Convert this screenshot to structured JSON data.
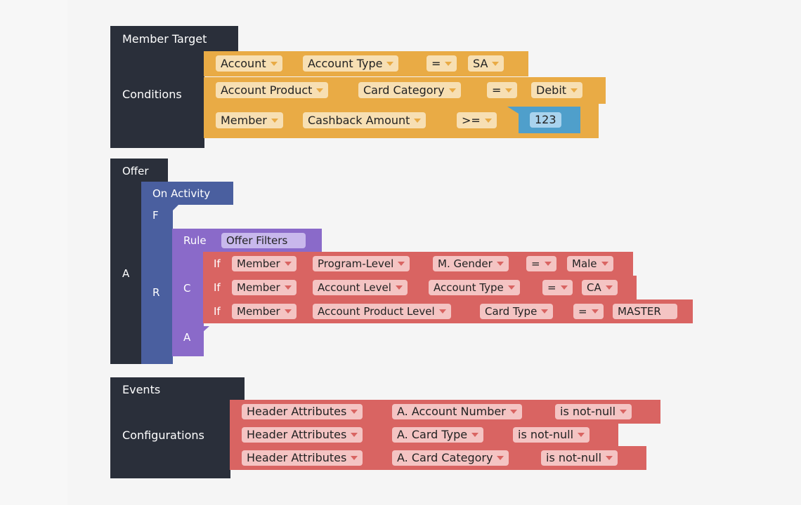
{
  "member_target": {
    "title": "Member Target",
    "conditions_label": "Conditions",
    "rows": [
      {
        "field": "Account",
        "attribute": "Account Type",
        "operator": "=",
        "value": "SA"
      },
      {
        "field": "Account Product",
        "attribute": "Card Category",
        "operator": "=",
        "value": "Debit"
      },
      {
        "field": "Member",
        "attribute": "Cashback Amount",
        "operator": ">=",
        "value": "123"
      }
    ]
  },
  "offer": {
    "title": "Offer",
    "a_label": "A",
    "on_activity": "On Activity",
    "f_label": "F",
    "r_label": "R",
    "rule": {
      "label": "Rule",
      "filter": "Offer Filters",
      "c_label": "C",
      "a_label": "A",
      "rows": [
        {
          "if": "If",
          "field": "Member",
          "attr1": "Program-Level",
          "attr2": "M. Gender",
          "operator": "=",
          "value": "Male"
        },
        {
          "if": "If",
          "field": "Member",
          "attr1": "Account Level",
          "attr2": "Account Type",
          "operator": "=",
          "value": "CA"
        },
        {
          "if": "If",
          "field": "Member",
          "attr1": "Account Product Level",
          "attr2": "Card Type",
          "operator": "=",
          "value": "MASTER"
        }
      ]
    }
  },
  "events": {
    "title": "Events",
    "config_label": "Configurations",
    "rows": [
      {
        "source": "Header Attributes",
        "attribute": "A. Account Number",
        "condition": "is not-null"
      },
      {
        "source": "Header Attributes",
        "attribute": "A. Card Type",
        "condition": "is not-null"
      },
      {
        "source": "Header Attributes",
        "attribute": "A. Card Category",
        "condition": "is not-null"
      }
    ]
  },
  "colors": {
    "dark": "#2a2f3a",
    "orange": "#e9ab45",
    "red": "#d96462",
    "blue": "#4a5f9f",
    "purple": "#8a6ac9",
    "value_blue": "#4f9fcb"
  }
}
